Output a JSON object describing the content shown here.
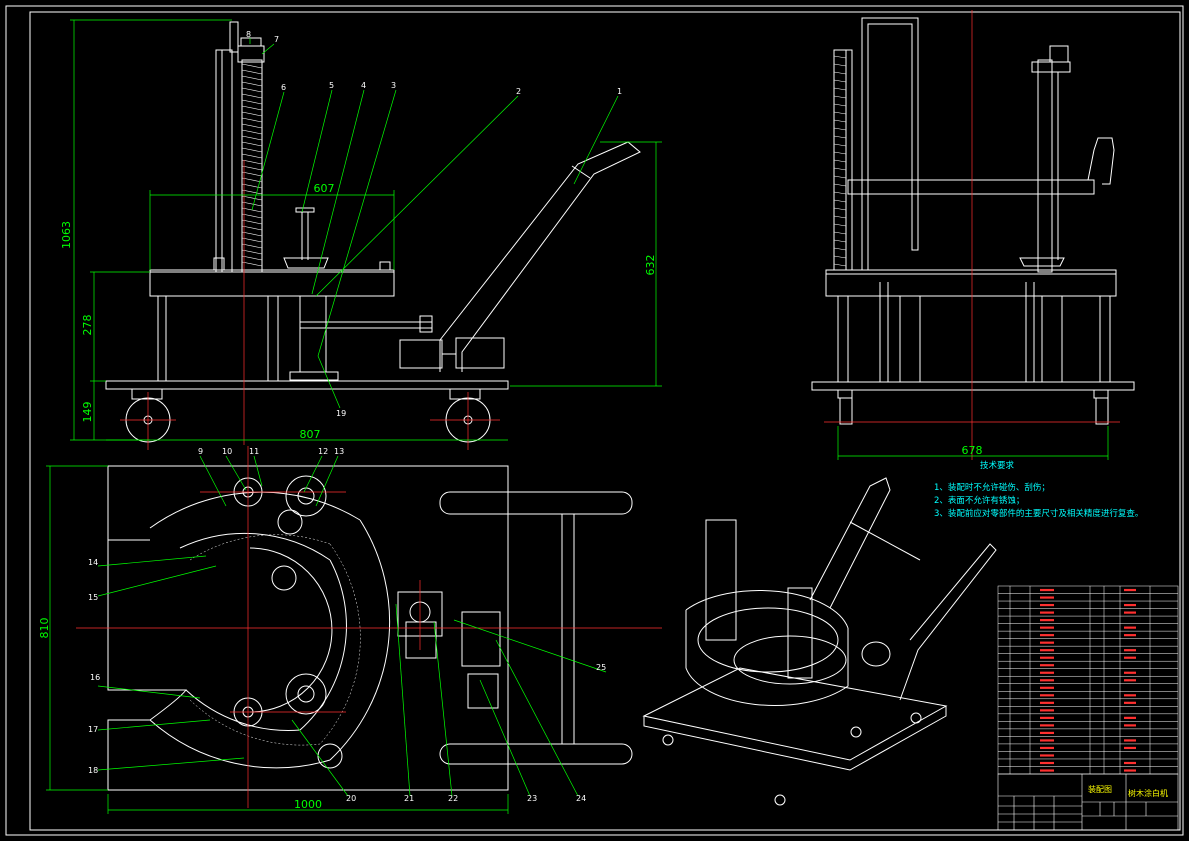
{
  "drawing": {
    "colors": {
      "background": "#000000",
      "outline": "#ffffff",
      "dimension": "#00ff00",
      "centerline": "#ff3030",
      "note": "#00ffff",
      "title_text": "#ffff00"
    },
    "front_view": {
      "dims": {
        "overall_height": "1063",
        "upper_width": "607",
        "handle_height": "632",
        "frame_height": "278",
        "base_height": "149",
        "overall_width": "807"
      }
    },
    "side_view": {
      "dims": {
        "width": "678"
      }
    },
    "top_view": {
      "dims": {
        "depth": "810",
        "width": "1000"
      }
    },
    "part_numbers": [
      "1",
      "2",
      "3",
      "4",
      "5",
      "6",
      "7",
      "8",
      "9",
      "10",
      "11",
      "12",
      "13",
      "14",
      "15",
      "16",
      "17",
      "18",
      "19",
      "20",
      "21",
      "22",
      "23",
      "24",
      "25"
    ],
    "tech_requirements": {
      "heading": "技术要求",
      "items": [
        "1、装配时不允许碰伤、刮伤；",
        "2、表面不允许有锈蚀；",
        "3、装配前应对零部件的主要尺寸及相关精度进行复查。"
      ]
    },
    "title_block": {
      "title": "装配图",
      "name": "树木涂白机"
    }
  }
}
